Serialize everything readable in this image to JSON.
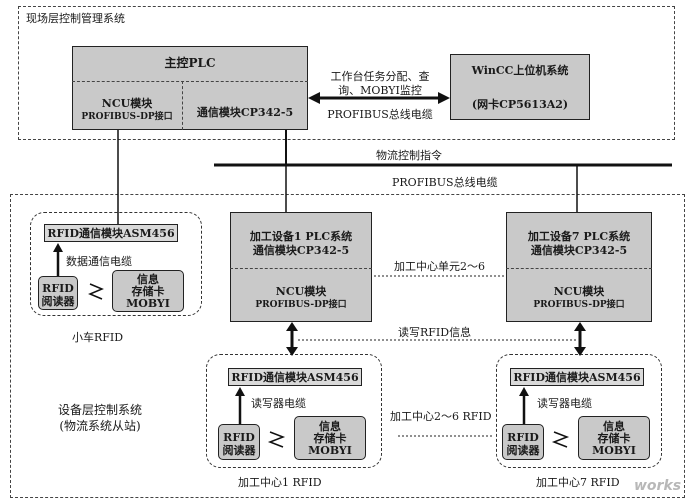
{
  "field_layer": {
    "title": "现场层控制管理系统"
  },
  "main_plc": {
    "title": "主控PLC",
    "ncu_label": "NCU模块",
    "ncu_sub": "PROFIBUS-DP接口",
    "comm_label": "通信模块CP342-5"
  },
  "winCC": {
    "title": "WinCC上位机系统",
    "sub": "(网卡CP5613A2)"
  },
  "link_top": {
    "line1": "工作台任务分配、查",
    "line2": "询、MOBYI监控",
    "cable": "PROFIBUS总线电缆"
  },
  "bus": {
    "logistics_cmd": "物流控制指令",
    "cable": "PROFIBUS总线电缆"
  },
  "cart": {
    "module": "RFID通信模块ASM456",
    "cable": "数据通信电缆",
    "reader_l1": "RFID",
    "reader_l2": "阅读器",
    "store_l1": "信息",
    "store_l2": "存储卡",
    "store_l3": "MOBYI",
    "caption": "小车RFID"
  },
  "equip1": {
    "line1": "加工设备1 PLC系统",
    "line2": "通信模块CP342-5",
    "ncu": "NCU模块",
    "ncu_sub": "PROFIBUS-DP接口"
  },
  "equip7": {
    "line1": "加工设备7 PLC系统",
    "line2": "通信模块CP342-5",
    "ncu": "NCU模块",
    "ncu_sub": "PROFIBUS-DP接口"
  },
  "middle": {
    "units": "加工中心单元2～6",
    "rw_info": "读写RFID信息",
    "rfid_range": "加工中心2～6 RFID"
  },
  "device_layer": {
    "line1": "设备层控制系统",
    "line2": "(物流系统从站)"
  },
  "center1": {
    "module": "RFID通信模块ASM456",
    "cable": "读写器电缆",
    "reader_l1": "RFID",
    "reader_l2": "阅读器",
    "store_l1": "信息",
    "store_l2": "存储卡",
    "store_l3": "MOBYI",
    "caption": "加工中心1 RFID"
  },
  "center7": {
    "module": "RFID通信模块ASM456",
    "cable": "读写器电缆",
    "reader_l1": "RFID",
    "reader_l2": "阅读器",
    "store_l1": "信息",
    "store_l2": "存储卡",
    "store_l3": "MOBYI",
    "caption": "加工中心7 RFID"
  },
  "watermark": "works"
}
